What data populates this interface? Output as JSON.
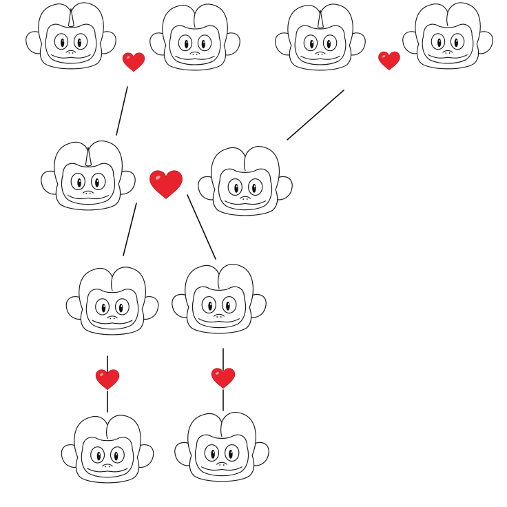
{
  "colors": {
    "background": "#ffffff",
    "line": "#111111",
    "heart": "#e8232e",
    "heart_shade": "#c4141f"
  },
  "nodes": [
    {
      "id": "gen1-a",
      "generation": 1,
      "crest": true
    },
    {
      "id": "gen1-b",
      "generation": 1,
      "crest": false
    },
    {
      "id": "gen1-c",
      "generation": 1,
      "crest": true
    },
    {
      "id": "gen1-d",
      "generation": 1,
      "crest": false
    },
    {
      "id": "gen2-a",
      "generation": 2,
      "crest": true
    },
    {
      "id": "gen2-b",
      "generation": 2,
      "crest": false
    },
    {
      "id": "gen3-a",
      "generation": 3,
      "crest": false
    },
    {
      "id": "gen3-b",
      "generation": 3,
      "crest": false
    },
    {
      "id": "gen4-a",
      "generation": 4,
      "crest": false
    },
    {
      "id": "gen4-b",
      "generation": 4,
      "crest": false
    }
  ],
  "couples": [
    {
      "id": "couple-gen1-ab",
      "partners": [
        "gen1-a",
        "gen1-b"
      ],
      "icon": "heart-icon"
    },
    {
      "id": "couple-gen1-cd",
      "partners": [
        "gen1-c",
        "gen1-d"
      ],
      "icon": "heart-icon"
    },
    {
      "id": "couple-gen2",
      "partners": [
        "gen2-a",
        "gen2-b"
      ],
      "icon": "heart-icon"
    },
    {
      "id": "couple-gen3-a",
      "partners": [
        "gen3-a",
        "gen4-a"
      ],
      "icon": "heart-icon"
    },
    {
      "id": "couple-gen3-b",
      "partners": [
        "gen3-b",
        "gen4-b"
      ],
      "icon": "heart-icon"
    }
  ],
  "descent": [
    {
      "from": "couple-gen1-ab",
      "to": "gen2-a"
    },
    {
      "from": "couple-gen1-cd",
      "to": "gen2-b"
    },
    {
      "from": "couple-gen2",
      "to": "gen3-a"
    },
    {
      "from": "couple-gen2",
      "to": "gen3-b"
    }
  ]
}
